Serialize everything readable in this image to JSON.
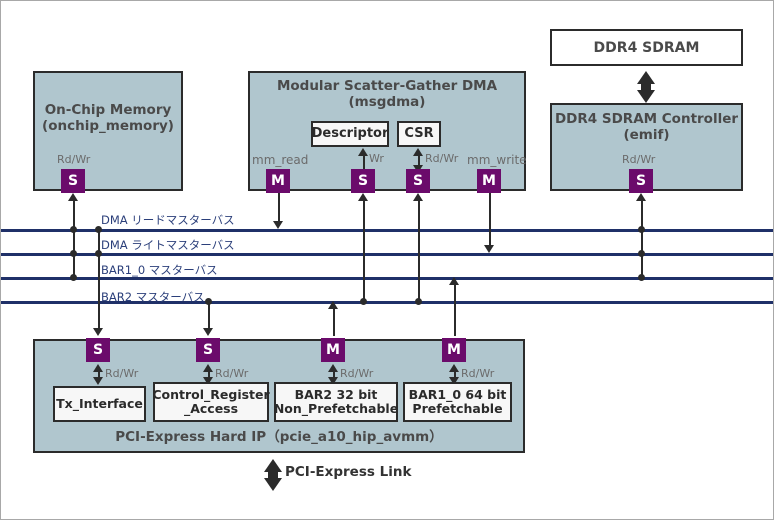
{
  "diagram": {
    "blocks": {
      "onchip": {
        "title_line1": "On-Chip Memory",
        "title_line2": "(onchip_memory)",
        "port_label": "Rd/Wr",
        "port_badge": "S"
      },
      "msgdma": {
        "title_line1": "Modular Scatter-Gather DMA",
        "title_line2": "(msgdma)",
        "sub_descriptor": "Descriptor",
        "sub_csr": "CSR",
        "descriptor_arrow_label": "Wr",
        "csr_arrow_label": "Rd/Wr",
        "ports": [
          {
            "name": "mm_read",
            "badge": "M"
          },
          {
            "name": "",
            "badge": "S"
          },
          {
            "name": "",
            "badge": "S"
          },
          {
            "name": "mm_write",
            "badge": "M"
          }
        ]
      },
      "ddr4_sdram": {
        "title": "DDR4 SDRAM"
      },
      "ddr4_controller": {
        "title_line1": "DDR4 SDRAM Controller",
        "title_line2": "(emif)",
        "port_label": "Rd/Wr",
        "port_badge": "S"
      },
      "pcie": {
        "title": "PCI-Express Hard IP（pcie_a10_hip_avmm）",
        "ports": [
          {
            "badge": "S",
            "rdwr": "Rd/Wr",
            "sub_line1": "Tx_Interface",
            "sub_line2": ""
          },
          {
            "badge": "S",
            "rdwr": "Rd/Wr",
            "sub_line1": "Control_Register",
            "sub_line2": "_Access"
          },
          {
            "badge": "M",
            "rdwr": "Rd/Wr",
            "sub_line1": "BAR2 32 bit",
            "sub_line2": "Non_Prefetchable"
          },
          {
            "badge": "M",
            "rdwr": "Rd/Wr",
            "sub_line1": "BAR1_0 64 bit",
            "sub_line2": "Prefetchable"
          }
        ]
      }
    },
    "buses": [
      {
        "label": "DMA リードマスターバス"
      },
      {
        "label": "DMA ライトマスターバス"
      },
      {
        "label": "BAR1_0 マスターバス"
      },
      {
        "label": "BAR2 マスターバス"
      }
    ],
    "link": {
      "label": "PCI-Express Link"
    },
    "colors": {
      "block_fill": "#b0c6ce",
      "block_border": "#2b2b2b",
      "badge_purple": "#6b0b6b",
      "bus_navy": "#1f3068",
      "bus_label_blue": "#2b3f7a",
      "title_gray": "#4a4a4a",
      "rdwr_gray": "#6b6b6b",
      "page_bg": "#ffffff"
    }
  }
}
